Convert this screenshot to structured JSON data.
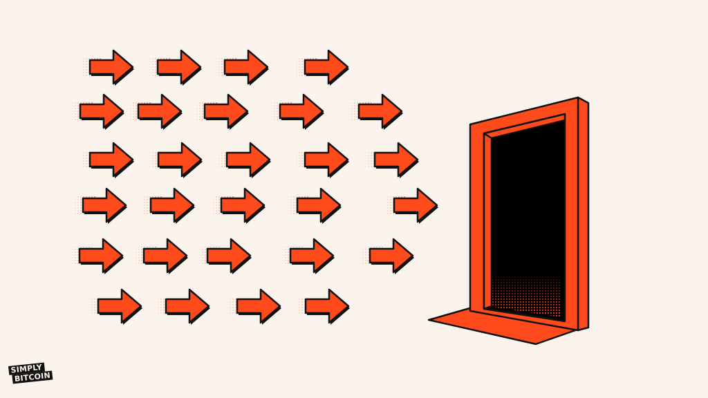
{
  "brand": {
    "line1": "SIMPLY",
    "line2": "BITCOIN"
  },
  "colors": {
    "background": "#fbf4ec",
    "accent": "#ff4a1c",
    "outline": "#111111",
    "doorway": "#000000"
  },
  "illustration": {
    "arrow_rows": [
      4,
      5,
      5,
      5,
      5,
      4
    ],
    "arrow_icon": "right-arrow-icon",
    "door_icon": "open-doorway-icon"
  }
}
